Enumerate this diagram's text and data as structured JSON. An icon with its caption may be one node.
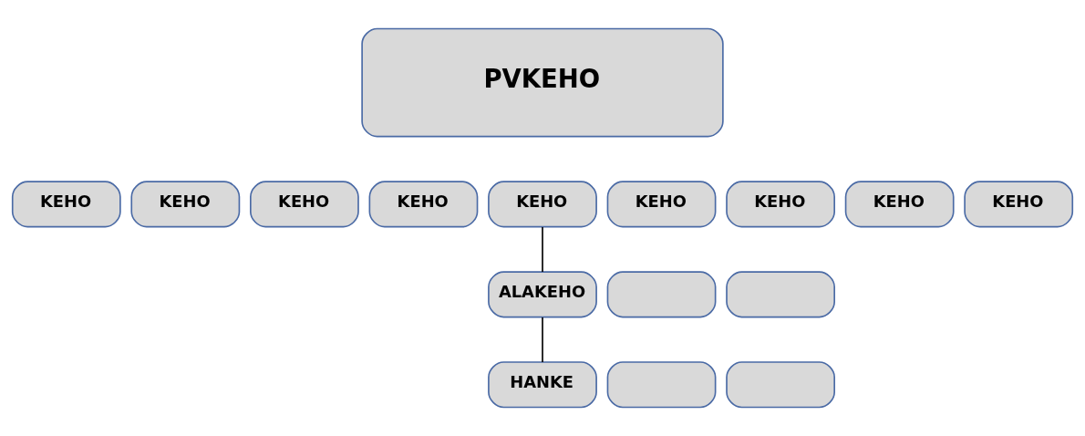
{
  "diagram": {
    "nodes": [
      {
        "text": [
          "PVKEHO"
        ]
      },
      {
        "text": [
          "KEHO"
        ]
      },
      {
        "text": [
          "KEHO"
        ]
      },
      {
        "text": [
          "KEHO"
        ]
      },
      {
        "text": [
          "KEHO"
        ]
      },
      {
        "text": [
          "KEHO"
        ]
      },
      {
        "text": [
          "KEHO"
        ]
      },
      {
        "text": [
          "KEHO"
        ]
      },
      {
        "text": [
          "KEHO"
        ]
      },
      {
        "text": [
          "KEHO"
        ]
      },
      {
        "text": [
          "ALAKEHO"
        ]
      },
      {
        "text": [],
        "shape": "box"
      },
      {
        "text": [],
        "shape": "box"
      },
      {
        "text": [
          "HANKE"
        ]
      },
      {
        "text": [],
        "shape": "box"
      },
      {
        "text": [],
        "shape": "box"
      }
    ],
    "edges": [
      {
        "from": 5,
        "to": 10,
        "arrow": "none"
      },
      {
        "from": 10,
        "to": 13,
        "arrow": "none"
      }
    ]
  }
}
